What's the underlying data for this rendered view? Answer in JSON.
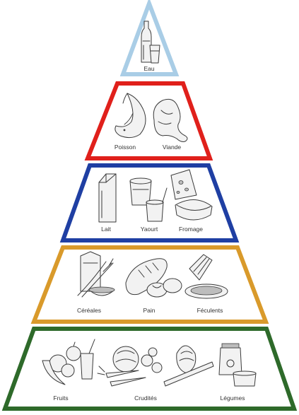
{
  "pyramid": {
    "tiers": [
      {
        "id": "eau",
        "color": "#a9cde6",
        "labels": [
          "Eau"
        ]
      },
      {
        "id": "proteines",
        "color": "#e0201b",
        "labels": [
          "Poisson",
          "Viande"
        ]
      },
      {
        "id": "laitiers",
        "color": "#1f3fa3",
        "labels": [
          "Lait",
          "Yaourt",
          "Fromage"
        ]
      },
      {
        "id": "feculents",
        "color": "#d99a2b",
        "labels": [
          "Céréales",
          "Pain",
          "Féculents"
        ]
      },
      {
        "id": "vegetaux",
        "color": "#2e6a2a",
        "labels": [
          "Fruits",
          "Crudités",
          "Légumes"
        ]
      }
    ]
  }
}
